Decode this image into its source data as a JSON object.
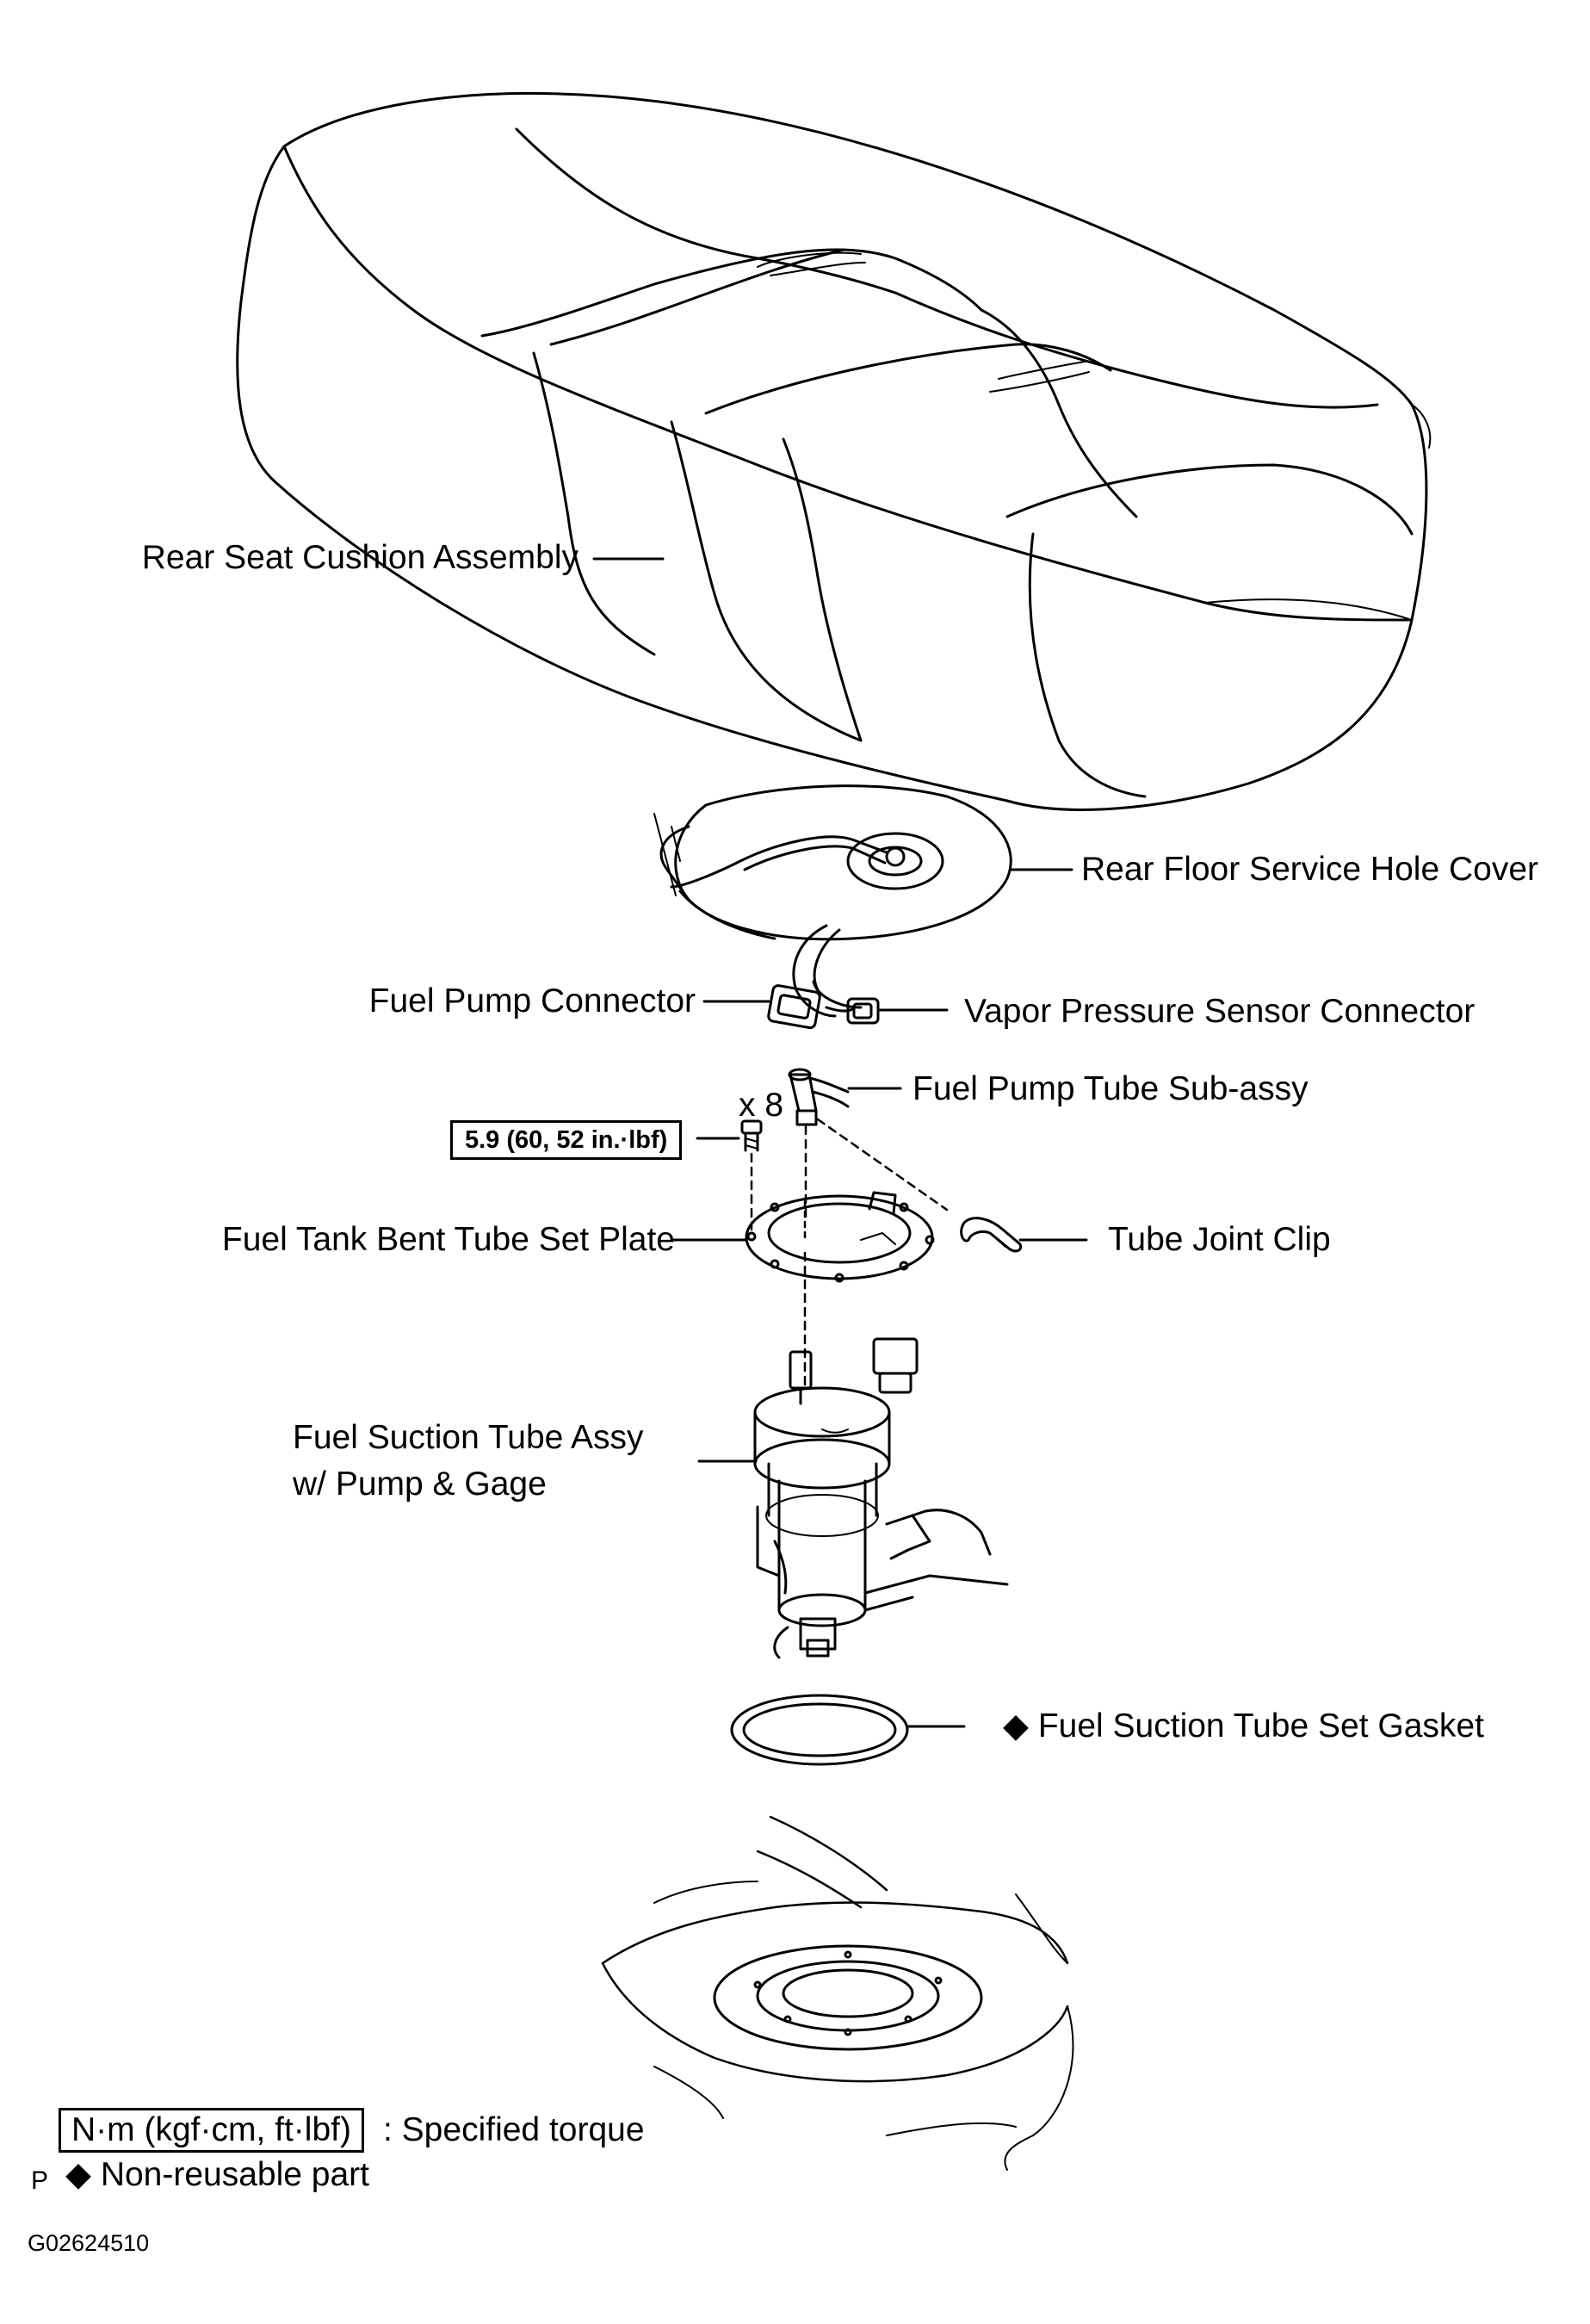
{
  "labels": {
    "rear_seat_cushion": "Rear Seat Cushion Assembly",
    "service_hole_cover": "Rear Floor Service Hole Cover",
    "fuel_pump_connector": "Fuel Pump Connector",
    "vapor_pressure_connector": "Vapor Pressure Sensor Connector",
    "fuel_pump_tube": "Fuel Pump Tube Sub-assy",
    "bolt_count": "x 8",
    "tube_set_plate": "Fuel Tank Bent Tube Set Plate",
    "tube_joint_clip": "Tube Joint Clip",
    "suction_tube_line1": "Fuel Suction Tube Assy",
    "suction_tube_line2": "w/ Pump & Gage",
    "gasket": "◆ Fuel Suction Tube Set Gasket"
  },
  "torque_spec": "5.9 (60, 52 in.·lbf)",
  "legend": {
    "torque_units": "N·m (kgf·cm, ft·lbf)",
    "torque_desc": ": Specified torque",
    "non_reusable": "◆ Non-reusable part"
  },
  "figure_codes": {
    "prefix": "P",
    "figure_id": "G02624510"
  },
  "colors": {
    "line": "#000000",
    "background": "#ffffff"
  }
}
